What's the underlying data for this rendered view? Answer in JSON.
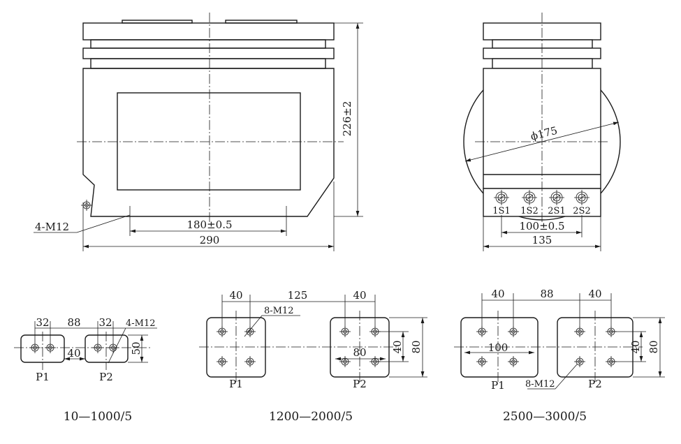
{
  "front_view": {
    "height_dim": "226±2",
    "hole_dim": "180±0.5",
    "width_dim": "290",
    "thread_label": "4-M12"
  },
  "side_view": {
    "diameter_dim": "ϕ175",
    "terminals": [
      "1S1",
      "1S2",
      "2S1",
      "2S2"
    ],
    "terminal_spacing_dim": "100±0.5",
    "width_dim": "135"
  },
  "variants": [
    {
      "caption": "10—1000/5",
      "p1": "P1",
      "p2": "P2",
      "dims": [
        "32",
        "88",
        "32",
        "40",
        "50"
      ],
      "thread_label": "4-M12"
    },
    {
      "caption": "1200—2000/5",
      "p1": "P1",
      "p2": "P2",
      "dims": [
        "40",
        "125",
        "40",
        "80",
        "40",
        "80"
      ],
      "thread_label": "8-M12"
    },
    {
      "caption": "2500—3000/5",
      "p1": "P1",
      "p2": "P2",
      "dims": [
        "40",
        "88",
        "40",
        "100",
        "40",
        "80"
      ],
      "thread_label": "8-M12"
    }
  ]
}
